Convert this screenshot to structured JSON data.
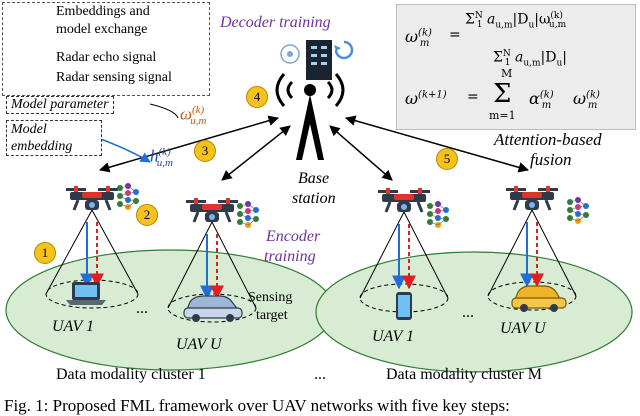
{
  "legend": {
    "item1": "Embeddings and",
    "item1b": "model exchange",
    "item2": "Radar echo signal",
    "item3": "Radar sensing signal"
  },
  "labels": {
    "model_parameter": "Model parameter",
    "model_embedding_1": "Model",
    "model_embedding_2": "embedding",
    "omega_um": "ω",
    "omega_sup": "(k)",
    "omega_sub": "u,m",
    "h_um": "h",
    "h_sup": "(k)",
    "h_sub": "u,m",
    "decoder_training": "Decoder training",
    "encoder_training_1": "Encoder",
    "encoder_training_2": "training",
    "base_station_1": "Base",
    "base_station_2": "station",
    "attention_1": "Attention-based",
    "attention_2": "fusion",
    "uav1_left": "UAV 1",
    "uavU_left": "UAV U",
    "uav1_right": "UAV 1",
    "uavU_right": "UAV U",
    "dots_left": "...",
    "dots_right": "...",
    "dots_mid": "...",
    "sensing_target_1": "Sensing",
    "sensing_target_2": "target",
    "cluster_left": "Data modality cluster 1",
    "cluster_right": "Data modality cluster M",
    "caption": "Fig. 1: Proposed FML framework over UAV networks with five key steps:"
  },
  "formula": {
    "eq1_lhs": "ω",
    "eq1_lhs_sup": "(k)",
    "eq1_lhs_sub": "m",
    "eq1_num": "Σ",
    "eq1_num_range": "N",
    "eq1_num_start": "1",
    "eq1_num_body": "a",
    "eq1_num_body_sub": "u,m",
    "eq1_num_body_rest": "|D",
    "eq1_num_du": "u",
    "eq1_num_tail": "|ω",
    "eq1_num_tail_sup": "(k)",
    "eq1_num_tail_sub": "u,m",
    "eq1_den": "Σ",
    "eq1_den_range": "N",
    "eq1_den_start": "1",
    "eq1_den_body": "a",
    "eq1_den_body_sub": "u,m",
    "eq1_den_rest": "|D",
    "eq1_den_du": "u",
    "eq1_den_end": "|",
    "eq2_lhs": "ω",
    "eq2_lhs_sup": "(k+1)",
    "eq2_eq": "=",
    "eq2_sum": "Σ",
    "eq2_top": "M",
    "eq2_bottom": "m=1",
    "eq2_alpha": "α",
    "eq2_alpha_sup": "(k)",
    "eq2_alpha_sub": "m",
    "eq2_omega": "ω",
    "eq2_omega_sup": "(k)",
    "eq2_omega_sub": "m",
    "eq1_eq": "="
  },
  "steps": [
    "1",
    "2",
    "3",
    "4",
    "5"
  ],
  "colors": {
    "ellipse_fill": "#d7ecd2",
    "ellipse_stroke": "#2e7d32",
    "exchange_arrow": "#000000",
    "echo_arrow": "#1f6fd6",
    "sensing_arrow": "#e02020",
    "purple_text": "#7030a0",
    "orange_text": "#c55a11",
    "blue_text": "#1f4e9e",
    "step_fill": "#f5c21a",
    "formula_bg": "#ececec",
    "uav_body": "#2f3b4c",
    "uav_accent": "#e0332a"
  }
}
